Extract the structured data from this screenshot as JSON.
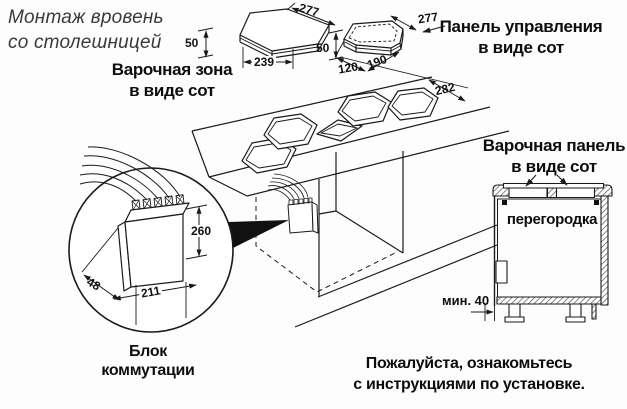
{
  "header": {
    "title_line1": "Монтаж вровень",
    "title_line2": "со столешницей"
  },
  "labels": {
    "cooking_zone_line1": "Варочная зона",
    "cooking_zone_line2": "в виде сот",
    "control_panel_line1": "Панель управления",
    "control_panel_line2": "в виде сот",
    "hob_panel_line1": "Варочная панель",
    "hob_panel_line2": "в виде сот",
    "partition": "перегородка",
    "min_clearance": "мин. 40",
    "switch_block_line1": "Блок",
    "switch_block_line2": "коммутации",
    "note_line1": "Пожалуйста, ознакомьтесь",
    "note_line2": "с инструкциями по установке."
  },
  "dimensions": {
    "zone_diagonal": "277",
    "zone_height": "50",
    "zone_front": "239",
    "panel_diagonal": "277",
    "panel_height": "50",
    "panel_depth": "120",
    "panel_front": "190",
    "worktop_cutout": "282",
    "block_height": "260",
    "block_depth": "48",
    "block_width": "211"
  },
  "colors": {
    "line": "#1a1a1a",
    "hatch": "#555555",
    "background": "#fdfdfd"
  }
}
